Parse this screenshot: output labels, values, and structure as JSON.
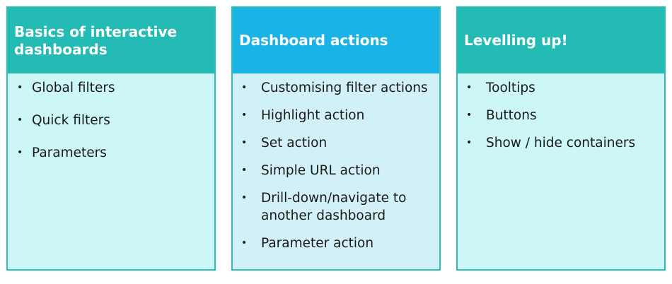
{
  "columns": [
    {
      "title": "Basics of interactive dashboards",
      "items": [
        "Global filters",
        "Quick filters",
        "Parameters"
      ]
    },
    {
      "title": "Dashboard actions",
      "items": [
        "Customising filter actions",
        "Highlight action",
        "Set action",
        "Simple URL action",
        "Drill-down/navigate to another dashboard",
        "Parameter action"
      ]
    },
    {
      "title": "Levelling up!",
      "items": [
        "Tooltips",
        "Buttons",
        "Show / hide containers"
      ]
    }
  ],
  "bullet_glyph": "•",
  "colors": {
    "teal_header": "#24bbb4",
    "blue_header": "#1ab3e6",
    "teal_fill": "#cdf6f6",
    "blue_fill": "#d2f0f8",
    "border": "#2bbfb5"
  }
}
